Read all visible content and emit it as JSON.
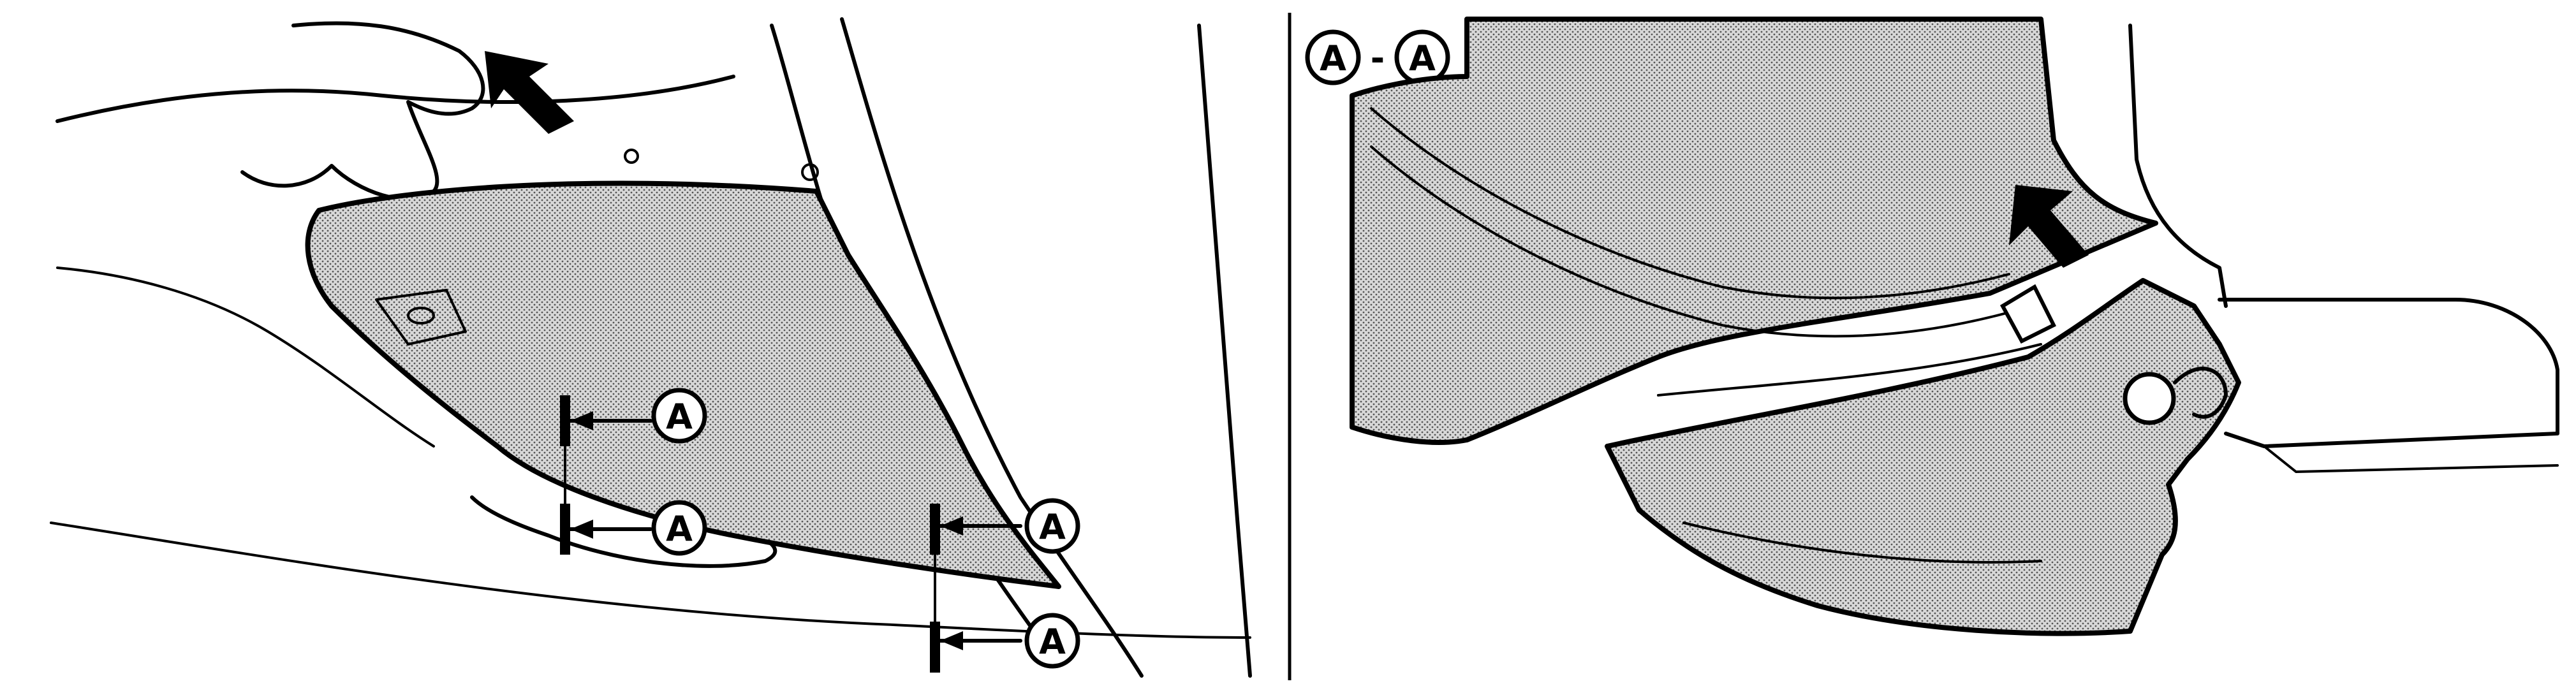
{
  "figure": {
    "callout_letter": "A",
    "section_label": {
      "left": "A",
      "separator": "-",
      "right": "A"
    }
  },
  "colors": {
    "ink": "#000000",
    "paper": "#ffffff",
    "stipple": "#9a9a9a"
  }
}
